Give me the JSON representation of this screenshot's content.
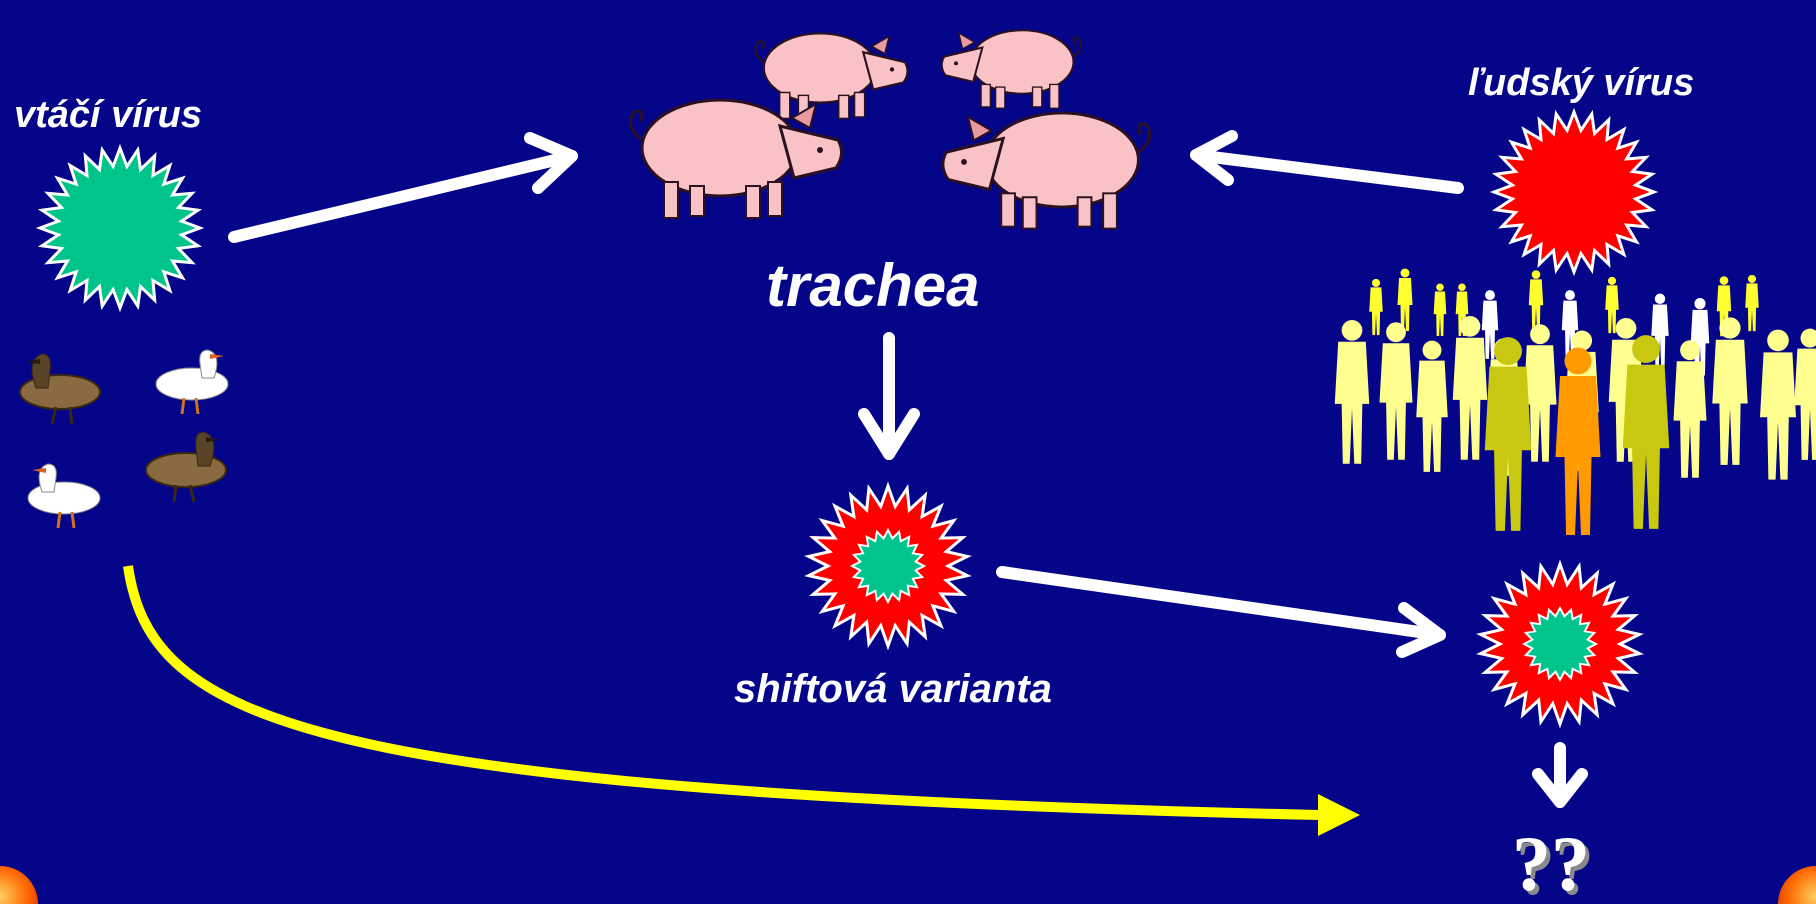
{
  "colors": {
    "background": "#05058a",
    "avian_virus": "#00c48c",
    "human_virus": "#ff0000",
    "arrow": "#ffffff",
    "direct_path": "#ffff00"
  },
  "labels": {
    "avian_virus": "vtáčí vírus",
    "human_virus": "ľudský vírus",
    "trachea": "trachea",
    "shift_variant": "shiftová varianta",
    "unknown_outcome": "??"
  },
  "icons": [
    "starburst-virus-icon",
    "pig-icon",
    "duck-icon",
    "goose-icon",
    "people-silhouette-icon"
  ]
}
